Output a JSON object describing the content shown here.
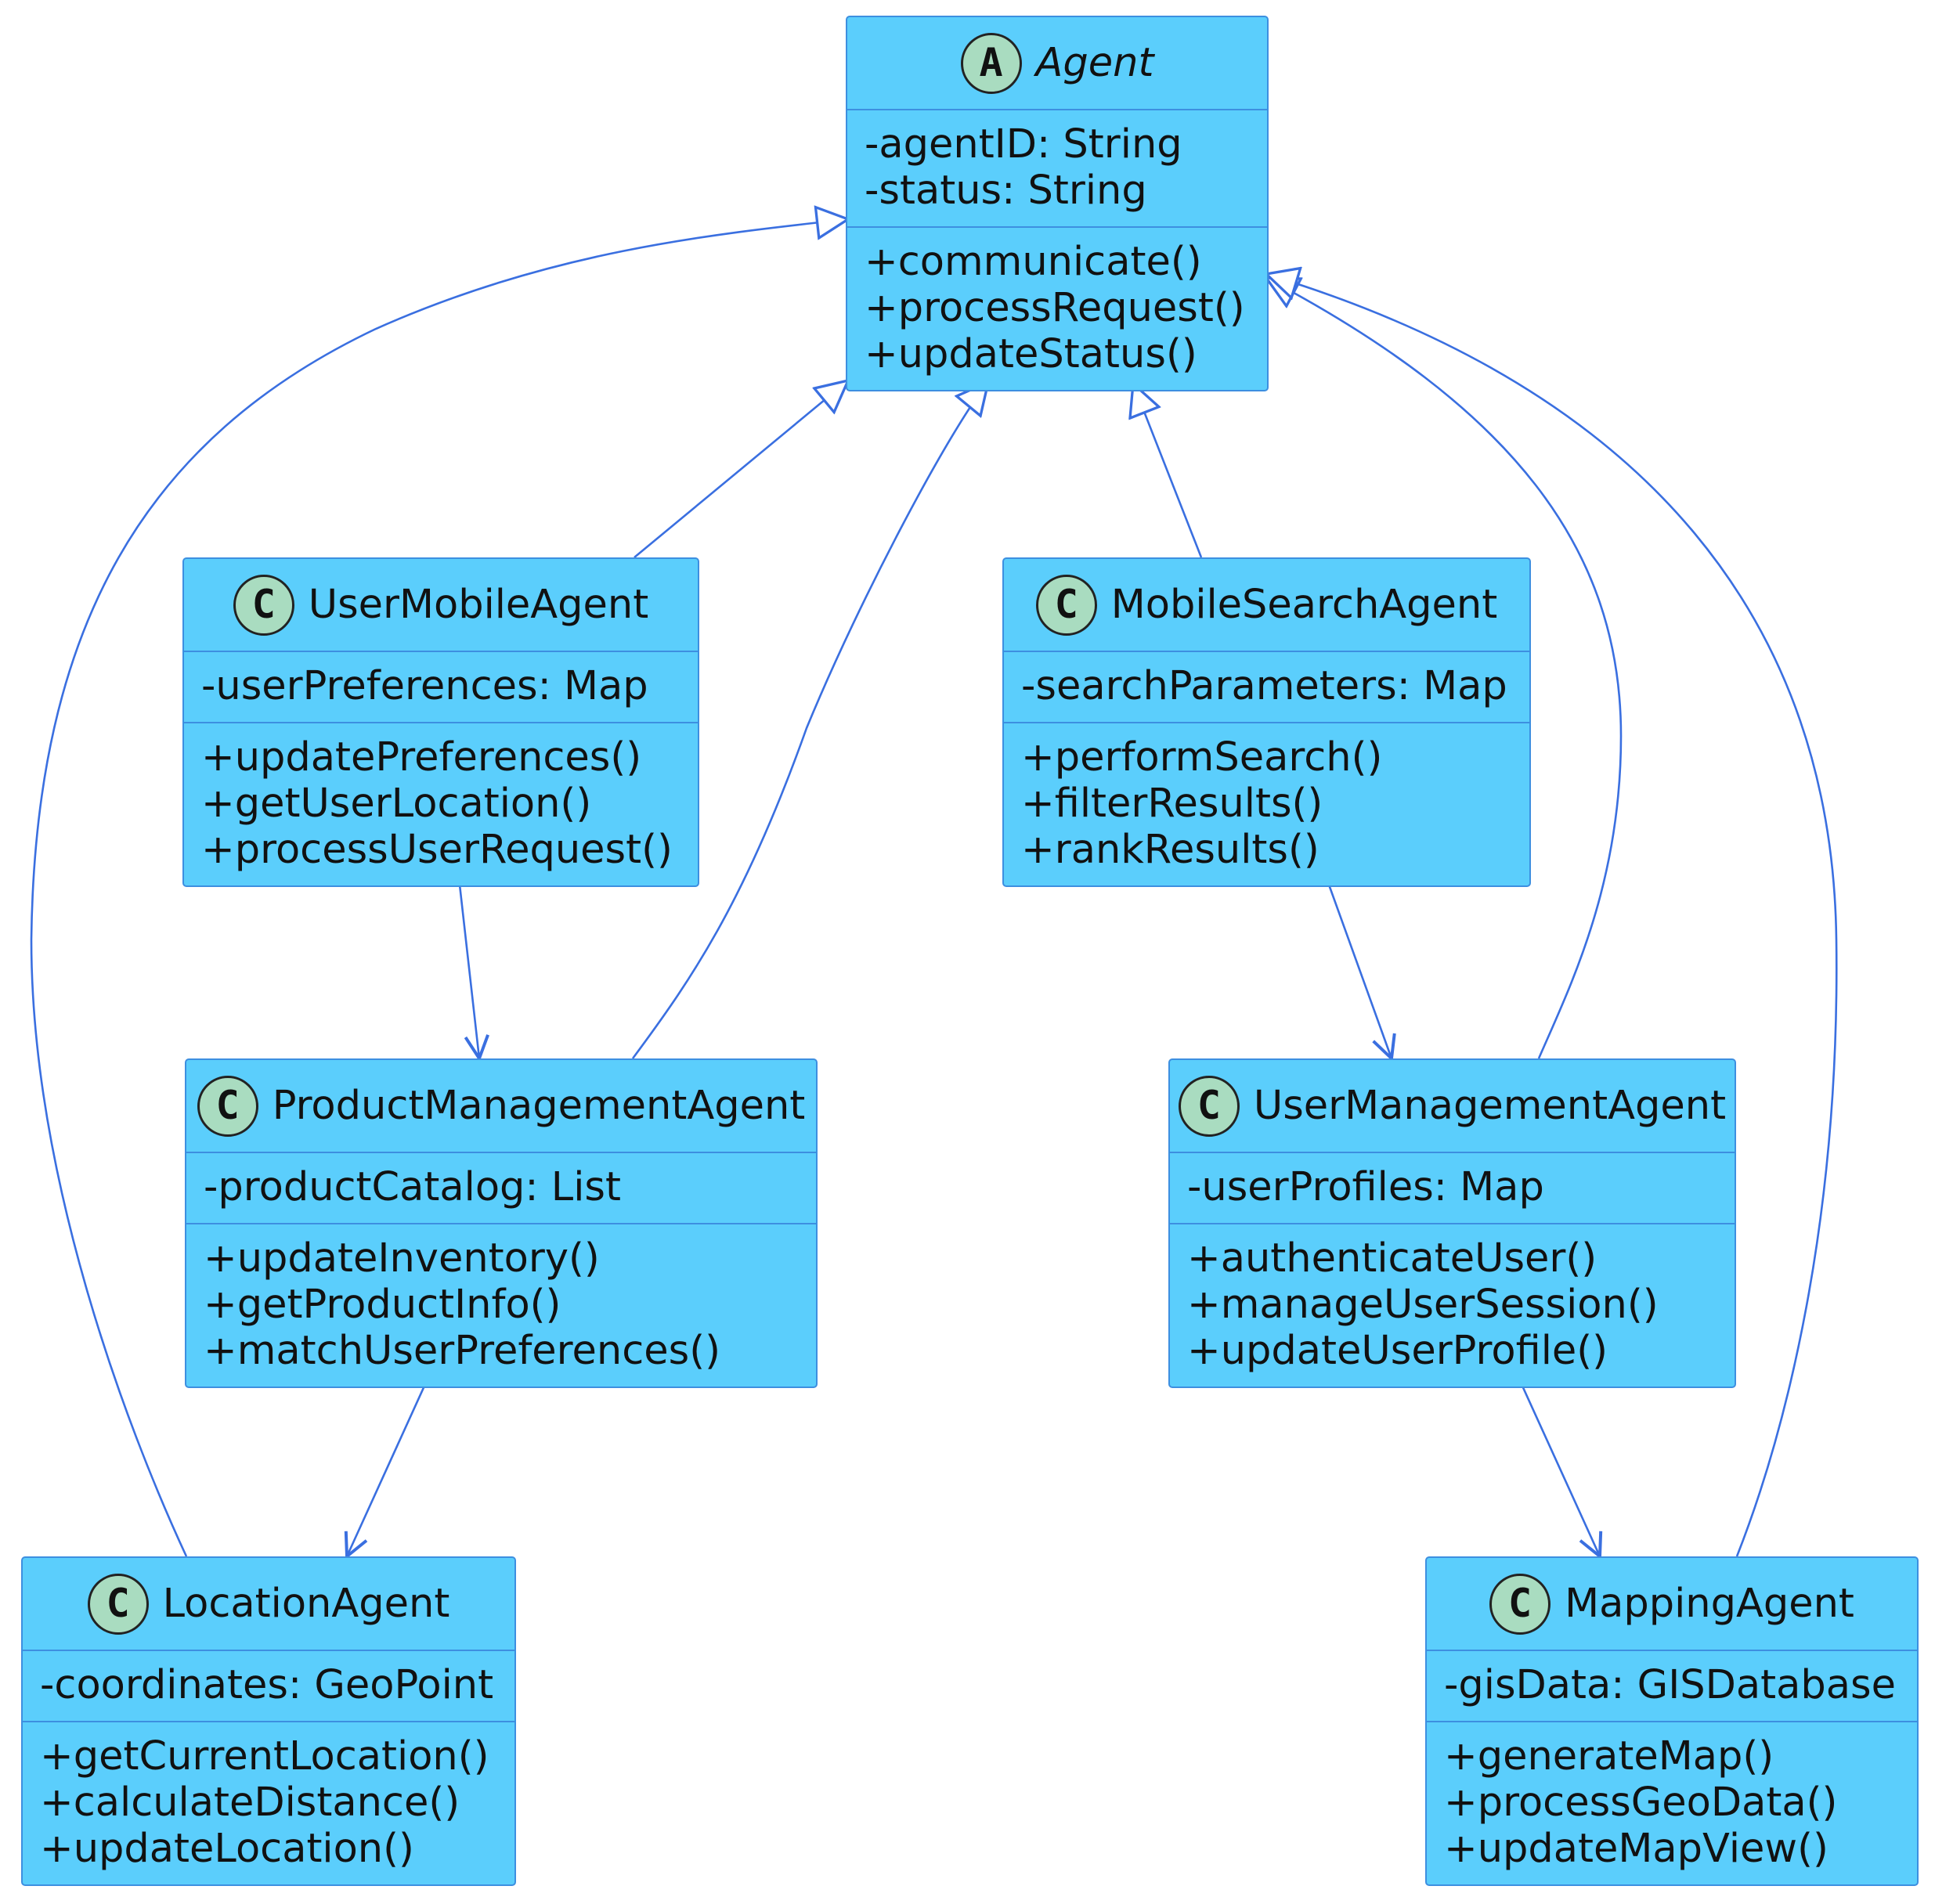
{
  "diagram": {
    "classes": {
      "agent": {
        "icon": "A",
        "name": "Agent",
        "attributes": [
          "-agentID: String",
          "-status: String"
        ],
        "methods": [
          "+communicate()",
          "+processRequest()",
          "+updateStatus()"
        ]
      },
      "user_mobile_agent": {
        "icon": "C",
        "name": "UserMobileAgent",
        "attributes": [
          "-userPreferences: Map"
        ],
        "methods": [
          "+updatePreferences()",
          "+getUserLocation()",
          "+processUserRequest()"
        ]
      },
      "mobile_search_agent": {
        "icon": "C",
        "name": "MobileSearchAgent",
        "attributes": [
          "-searchParameters: Map"
        ],
        "methods": [
          "+performSearch()",
          "+filterResults()",
          "+rankResults()"
        ]
      },
      "product_management_agent": {
        "icon": "C",
        "name": "ProductManagementAgent",
        "attributes": [
          "-productCatalog: List"
        ],
        "methods": [
          "+updateInventory()",
          "+getProductInfo()",
          "+matchUserPreferences()"
        ]
      },
      "user_management_agent": {
        "icon": "C",
        "name": "UserManagementAgent",
        "attributes": [
          "-userProfiles: Map"
        ],
        "methods": [
          "+authenticateUser()",
          "+manageUserSession()",
          "+updateUserProfile()"
        ]
      },
      "location_agent": {
        "icon": "C",
        "name": "LocationAgent",
        "attributes": [
          "-coordinates: GeoPoint"
        ],
        "methods": [
          "+getCurrentLocation()",
          "+calculateDistance()",
          "+updateLocation()"
        ]
      },
      "mapping_agent": {
        "icon": "C",
        "name": "MappingAgent",
        "attributes": [
          "-gisData: GISDatabase"
        ],
        "methods": [
          "+generateMap()",
          "+processGeoData()",
          "+updateMapView()"
        ]
      }
    },
    "relations": [
      {
        "from": "UserMobileAgent",
        "to": "Agent",
        "type": "inheritance"
      },
      {
        "from": "MobileSearchAgent",
        "to": "Agent",
        "type": "inheritance"
      },
      {
        "from": "ProductManagementAgent",
        "to": "Agent",
        "type": "inheritance"
      },
      {
        "from": "UserManagementAgent",
        "to": "Agent",
        "type": "inheritance"
      },
      {
        "from": "LocationAgent",
        "to": "Agent",
        "type": "inheritance"
      },
      {
        "from": "MappingAgent",
        "to": "Agent",
        "type": "inheritance"
      },
      {
        "from": "UserMobileAgent",
        "to": "ProductManagementAgent",
        "type": "association"
      },
      {
        "from": "ProductManagementAgent",
        "to": "LocationAgent",
        "type": "association"
      },
      {
        "from": "MobileSearchAgent",
        "to": "UserManagementAgent",
        "type": "association"
      },
      {
        "from": "UserManagementAgent",
        "to": "MappingAgent",
        "type": "association"
      }
    ],
    "colors": {
      "class_fill": "#5bcefc",
      "class_border": "#3d8fe0",
      "icon_fill": "#a9dcc0",
      "edge": "#3a6fe0"
    }
  }
}
